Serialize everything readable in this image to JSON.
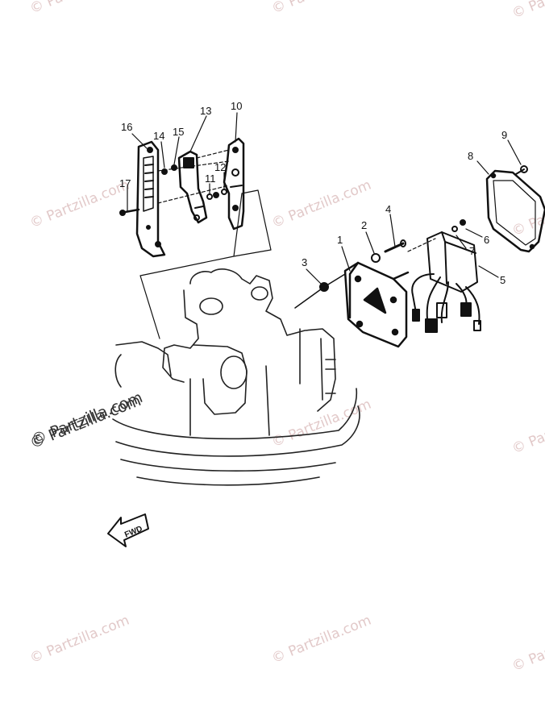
{
  "watermark": {
    "text": "© Partzilla.com",
    "color_light": "#e2c9c9",
    "color_dark": "#333333"
  },
  "callouts": [
    "1",
    "2",
    "3",
    "4",
    "5",
    "6",
    "7",
    "8",
    "9",
    "10",
    "11",
    "12",
    "13",
    "14",
    "15",
    "16",
    "17"
  ],
  "fwd_arrow": {
    "label": "FWD"
  },
  "colors": {
    "line": "#111111",
    "background": "#ffffff"
  }
}
